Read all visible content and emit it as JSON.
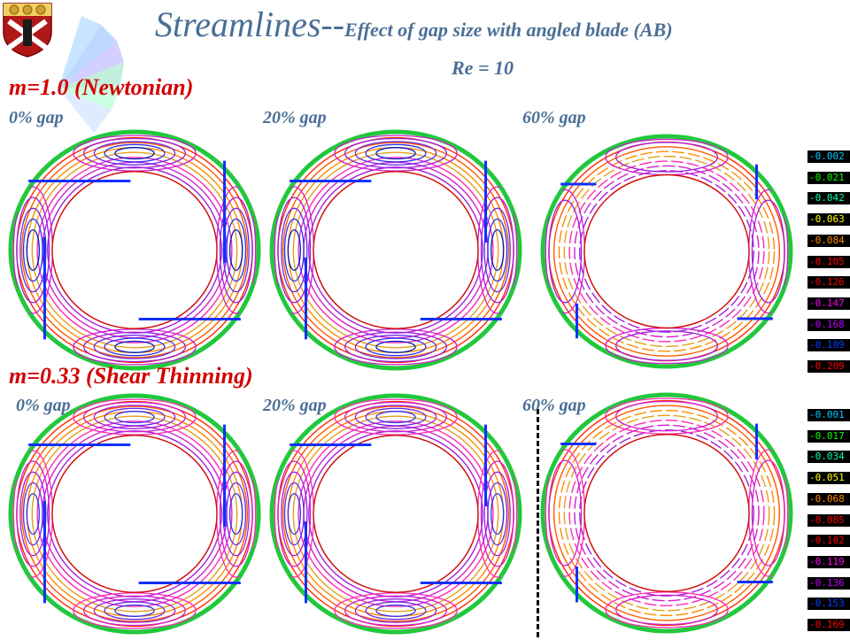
{
  "title": {
    "main": "Streamlines--",
    "sub": "Effect of gap size with angled blade (AB)"
  },
  "reynolds": "Re = 10",
  "rows": [
    {
      "label": "m=1.0 (Newtonian)",
      "gaps": [
        "0% gap",
        "20% gap",
        "60% gap"
      ],
      "legend": [
        "-0.002",
        "-0.021",
        "-0.042",
        "-0.063",
        "-0.084",
        "-0.105",
        "-0.126",
        "-0.147",
        "-0.168",
        "-0.189",
        "-0.209"
      ]
    },
    {
      "label": "m=0.33 (Shear Thinning)",
      "gaps": [
        "0% gap",
        "20% gap",
        "60% gap"
      ],
      "legend": [
        "-0.001",
        "-0.017",
        "-0.034",
        "-0.051",
        "-0.068",
        "-0.085",
        "-0.102",
        "-0.119",
        "-0.136",
        "-0.153",
        "-0.169"
      ]
    }
  ],
  "legend_colors": [
    "#00c8ff",
    "#00ff00",
    "#00ffb0",
    "#ffff00",
    "#ff8800",
    "#ff0000",
    "#ff0000",
    "#ff00ff",
    "#c000ff",
    "#0040ff",
    "#ff0000"
  ],
  "contour_colors": [
    "#22c83c",
    "#ff2a00",
    "#ff5a00",
    "#ff8c00",
    "#e0a020",
    "#ff2db4",
    "#d020d0",
    "#a020e0",
    "#6a2ae8",
    "#3030f0",
    "#0018c0"
  ],
  "colors": {
    "title": "#4a6f96",
    "case_label": "#d40000",
    "blade": "#1030ff",
    "inner_circle": "#d01010",
    "outer_ring": "#22c83c"
  }
}
